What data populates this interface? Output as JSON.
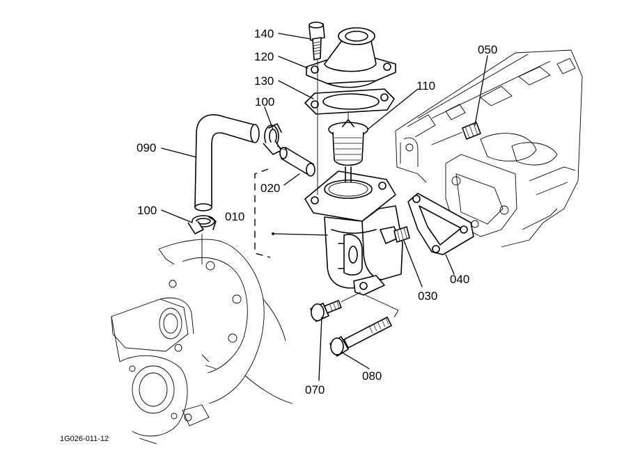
{
  "callouts": [
    {
      "id": "c140",
      "text": "140"
    },
    {
      "id": "c120",
      "text": "120"
    },
    {
      "id": "c130",
      "text": "130"
    },
    {
      "id": "c110",
      "text": "110"
    },
    {
      "id": "c100a",
      "text": "100"
    },
    {
      "id": "c090",
      "text": "090"
    },
    {
      "id": "c020",
      "text": "020"
    },
    {
      "id": "c010",
      "text": "010"
    },
    {
      "id": "c100b",
      "text": "100"
    },
    {
      "id": "c050",
      "text": "050"
    },
    {
      "id": "c030",
      "text": "030"
    },
    {
      "id": "c040",
      "text": "040"
    },
    {
      "id": "c070",
      "text": "070"
    },
    {
      "id": "c080",
      "text": "080"
    }
  ],
  "reference": "1G026-011-12"
}
